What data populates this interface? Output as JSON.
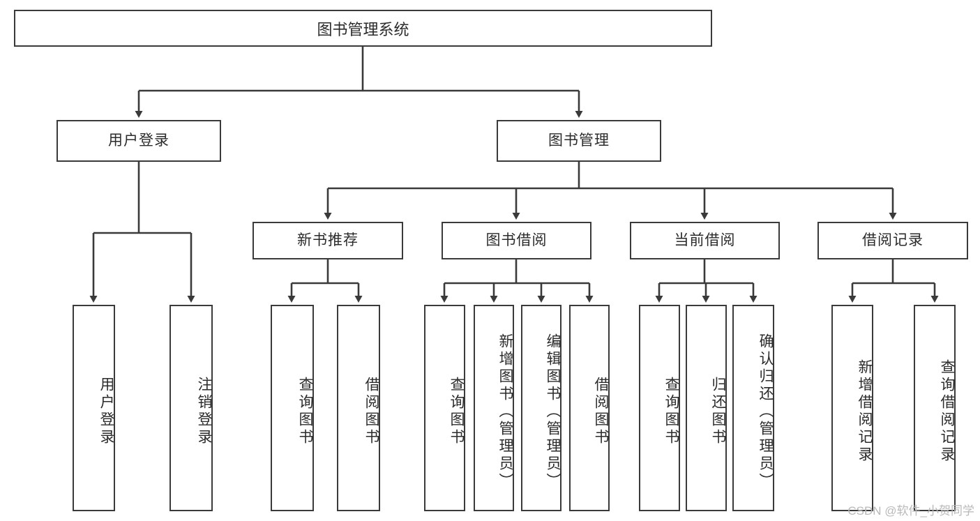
{
  "diagram": {
    "title": "图书管理系统",
    "type": "tree-hierarchy-diagram",
    "colors": {
      "box_border": "#3a3a3a",
      "box_fill": "#ffffff",
      "connector": "#3a3a3a",
      "text": "#2b2b2b",
      "watermark": "#b9b9b9",
      "background": "#ffffff"
    },
    "root": {
      "label": "图书管理系统"
    },
    "level1": [
      {
        "label": "用户登录"
      },
      {
        "label": "图书管理"
      }
    ],
    "level2": [
      {
        "label": "新书推荐"
      },
      {
        "label": "图书借阅"
      },
      {
        "label": "当前借阅"
      },
      {
        "label": "借阅记录"
      }
    ],
    "leaves": {
      "user_login": [
        {
          "label": "用户登录"
        },
        {
          "label": "注销登录"
        }
      ],
      "new_book_recommend": [
        {
          "label": "查询图书"
        },
        {
          "label": "借阅图书"
        }
      ],
      "book_borrow": [
        {
          "label": "查询图书"
        },
        {
          "label": "新增图书（管理员）"
        },
        {
          "label": "编辑图书（管理员）"
        },
        {
          "label": "借阅图书"
        }
      ],
      "current_borrow": [
        {
          "label": "查询图书"
        },
        {
          "label": "归还图书"
        },
        {
          "label": "确认归还（管理员）"
        }
      ],
      "borrow_record": [
        {
          "label": "新增借阅记录"
        },
        {
          "label": "查询借阅记录"
        }
      ]
    }
  },
  "watermark": {
    "text": "CSDN @软件_小贺同学"
  }
}
